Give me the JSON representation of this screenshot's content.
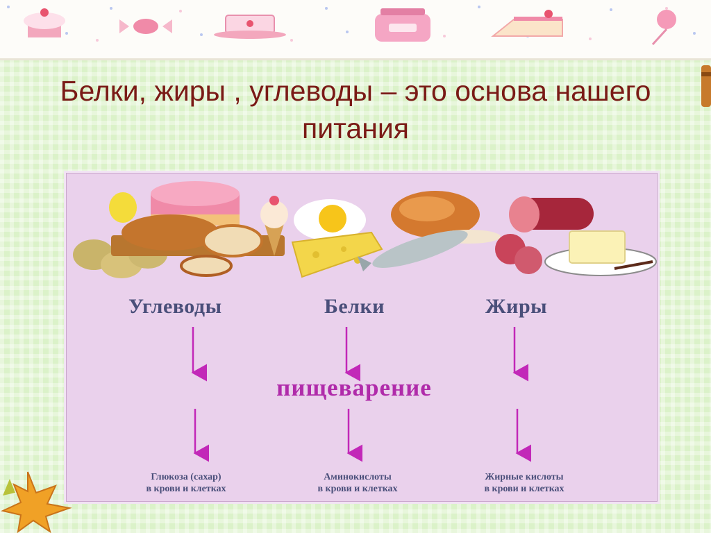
{
  "slide": {
    "title_line1": "Белки, жиры , углеводы – это основа нашего",
    "title_line2": "питания"
  },
  "diagram": {
    "columns": [
      {
        "label": "Углеводы",
        "result_line1": "Глюкоза (сахар)",
        "result_line2": "в крови и клетках"
      },
      {
        "label": "Белки",
        "result_line1": "Аминокислоты",
        "result_line2": "в крови и клетках"
      },
      {
        "label": "Жиры",
        "result_line1": "Жирные кислоты",
        "result_line2": "в крови и клетках"
      }
    ],
    "process_label": "пищеварение"
  },
  "colors": {
    "title": "#7a1a16",
    "panel": "#ead1ec",
    "labels": "#4a4f7a",
    "process": "#b02baa",
    "arrows": "#c228b8"
  },
  "icons": [
    "cake-icon",
    "cup-icon",
    "candy-icon",
    "jar-icon",
    "cake-slice-icon",
    "lollipop-icon",
    "maple-leaf-icon"
  ]
}
